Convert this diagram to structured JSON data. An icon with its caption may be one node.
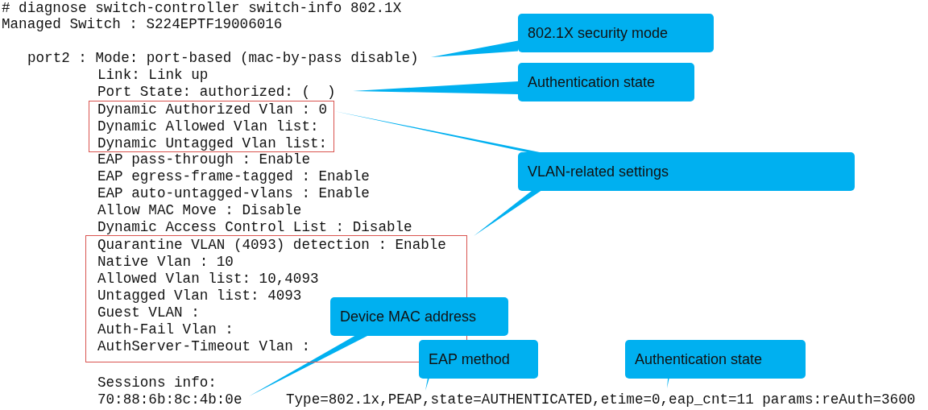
{
  "diagram": {
    "nodes": [
      {
        "text": [
          "802.1X security mode"
        ]
      },
      {
        "text": [
          "port2 : Mode: port-based (mac-by-pass disable)"
        ]
      },
      {
        "text": [
          "Authentication state"
        ]
      },
      {
        "text": [
          "Port State: authorized: (  )"
        ]
      },
      {
        "text": [
          "Dynamic Authorized Vlan : 0",
          "Dynamic Allowed Vlan list:",
          "Dynamic Untagged Vlan list:"
        ]
      },
      {
        "text": [
          "VLAN-related settings"
        ]
      },
      {
        "text": [
          "Quarantine VLAN (4093) detection : Enable",
          "Native Vlan : 10",
          "Allowed Vlan list: 10,4093",
          "Untagged Vlan list: 4093",
          "Guest VLAN :",
          "Auth-Fail Vlan :",
          "AuthServer-Timeout Vlan :"
        ]
      },
      {
        "text": [
          "Device MAC address"
        ]
      },
      {
        "text": [
          "EAP method"
        ]
      },
      {
        "text": [
          "Authentication state"
        ]
      },
      {
        "text": [
          "70:88:6b:8c:4b:0e"
        ]
      },
      {
        "text": [
          "Type=802.1x,PEAP,state=AUTHENTICATED,etime=0,eap_cnt=11 params:reAuth=3600"
        ]
      }
    ],
    "edges": [
      {
        "from": 0,
        "to": 1,
        "arrow": "none"
      },
      {
        "from": 2,
        "to": 3,
        "arrow": "none"
      },
      {
        "from": 5,
        "to": 4,
        "arrow": "none"
      },
      {
        "from": 5,
        "to": 6,
        "arrow": "none"
      },
      {
        "from": 7,
        "to": 10,
        "arrow": "none"
      },
      {
        "from": 8,
        "to": 11,
        "arrow": "none"
      },
      {
        "from": 9,
        "to": 11,
        "arrow": "none"
      }
    ],
    "labels": [
      "# diagnose switch-controller switch-info 802.1X",
      "Managed Switch : S224EPTF19006016",
      "Link: Link up",
      "EAP pass-through : Enable",
      "EAP egress-frame-tagged : Enable",
      "EAP auto-untagged-vlans : Enable",
      "Allow MAC Move : Disable",
      "Dynamic Access Control List : Disable",
      "Sessions info:"
    ]
  }
}
